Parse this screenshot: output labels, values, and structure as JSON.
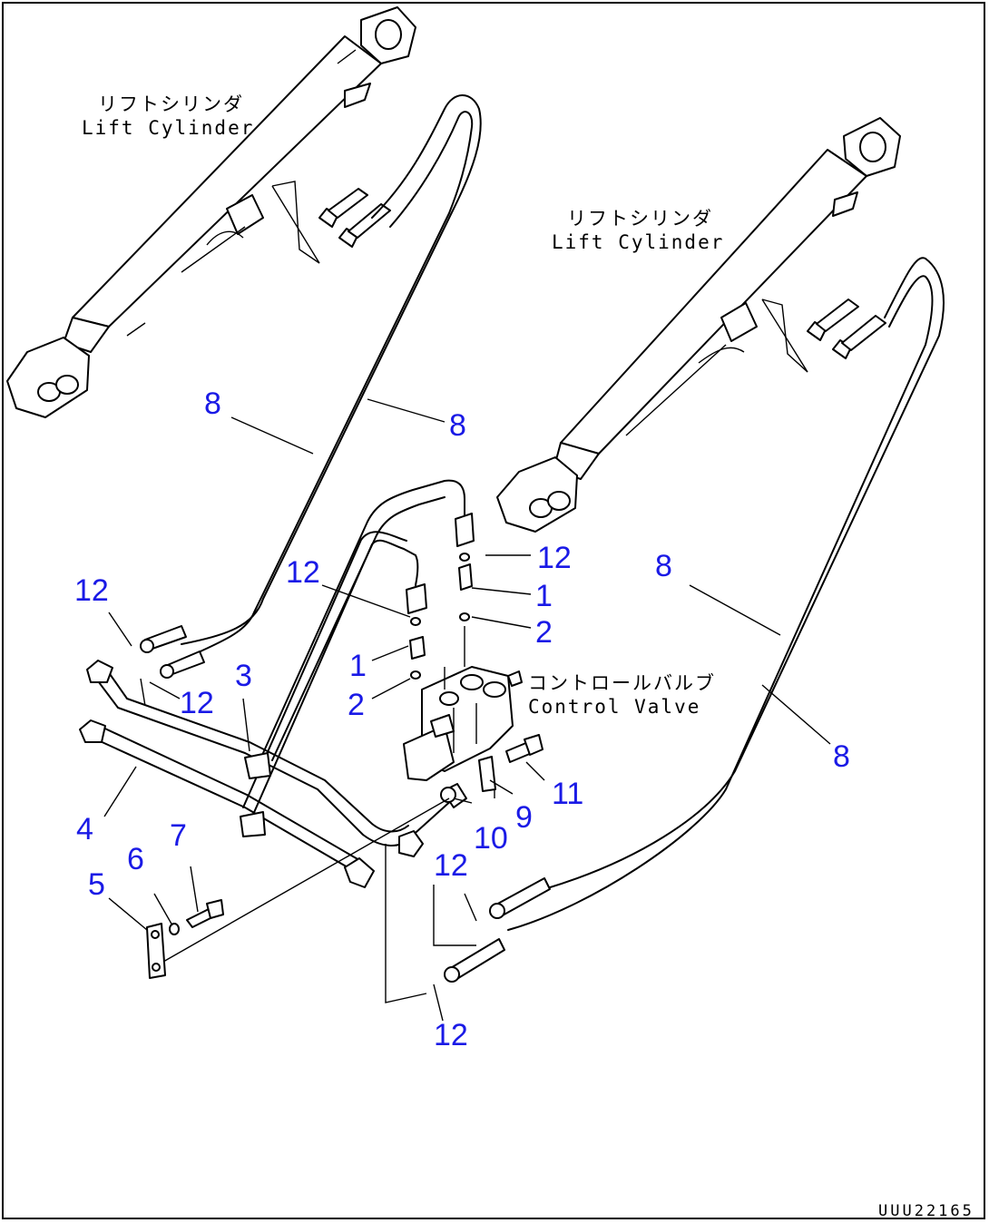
{
  "labels": {
    "lift_cylinder_left_jp": "リフトシリンダ",
    "lift_cylinder_left_en": "Lift Cylinder",
    "lift_cylinder_right_jp": "リフトシリンダ",
    "lift_cylinder_right_en": "Lift Cylinder",
    "control_valve_jp": "コントロールバルブ",
    "control_valve_en": "Control Valve"
  },
  "callouts": {
    "c8_left_a": "8",
    "c8_left_b": "8",
    "c8_right_a": "8",
    "c8_right_b": "8",
    "c12_top_left": "12",
    "c12_left_lower": "12",
    "c12_center": "12",
    "c12_right_top": "12",
    "c12_bottom_mid": "12",
    "c12_bottom": "12",
    "c1_right": "1",
    "c1_left": "1",
    "c2_right": "2",
    "c2_left": "2",
    "c3": "3",
    "c4": "4",
    "c5": "5",
    "c6": "6",
    "c7": "7",
    "c9": "9",
    "c10": "10",
    "c11": "11"
  },
  "drawing_code": "UUU22165",
  "colors": {
    "callout": "#1a1ae6",
    "line": "#000000",
    "background": "#ffffff"
  }
}
